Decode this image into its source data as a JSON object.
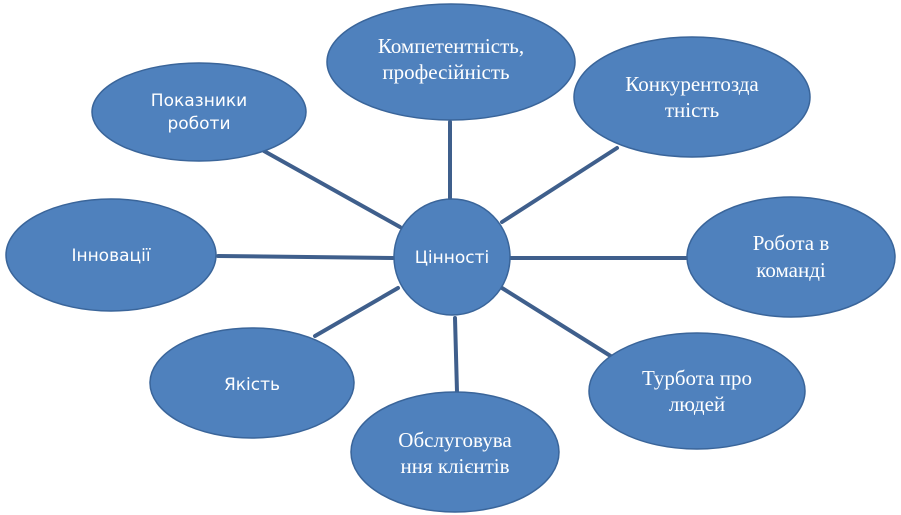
{
  "colors": {
    "node_fill": "#4f81bd",
    "connector": "#3f5f8c",
    "text": "#ffffff",
    "background": "#ffffff"
  },
  "center": {
    "label": "Цінності"
  },
  "nodes": [
    {
      "id": "competence",
      "lines": [
        "Компетентність,",
        "професійність"
      ]
    },
    {
      "id": "competitiveness",
      "lines": [
        "Конкурентозда",
        "тність"
      ]
    },
    {
      "id": "teamwork",
      "lines": [
        "Робота в",
        "команді"
      ]
    },
    {
      "id": "care",
      "lines": [
        "Турбота про",
        "людей"
      ]
    },
    {
      "id": "service",
      "lines": [
        "Обслуговува",
        "ння клієнтів"
      ]
    },
    {
      "id": "quality",
      "lines": [
        "Якість"
      ]
    },
    {
      "id": "innovation",
      "lines": [
        "Інновації"
      ]
    },
    {
      "id": "performance",
      "lines": [
        "Показники",
        "роботи"
      ]
    }
  ]
}
